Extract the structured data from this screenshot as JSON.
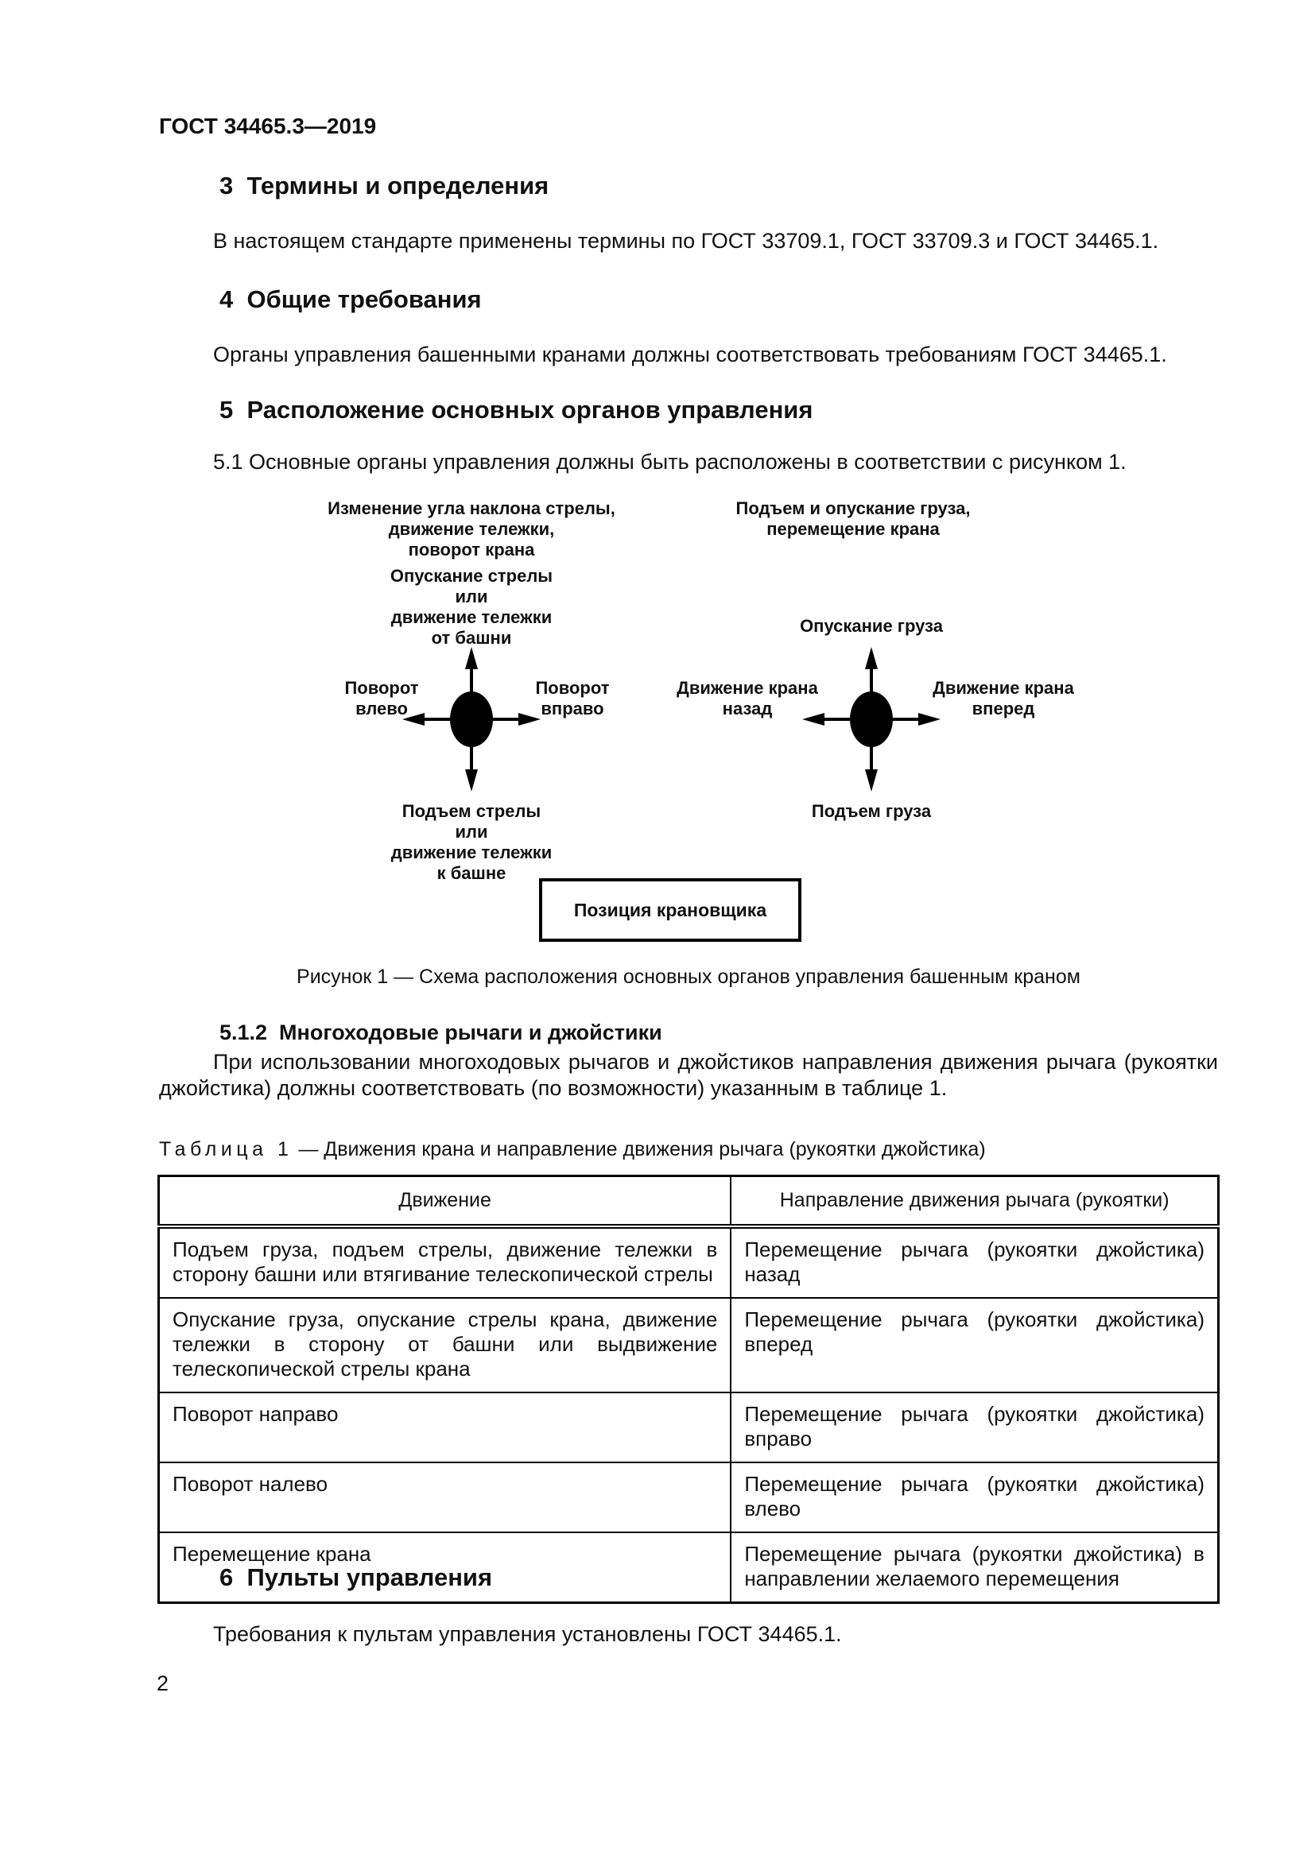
{
  "page": {
    "header": "ГОСТ 34465.3—2019",
    "number": "2"
  },
  "sections": {
    "s3": {
      "title": "3  Термины и определения",
      "body": "В настоящем стандарте применены термины по ГОСТ 33709.1, ГОСТ 33709.3 и ГОСТ 34465.1."
    },
    "s4": {
      "title": "4  Общие требования",
      "body": "Органы управления башенными кранами должны соответствовать требованиям ГОСТ 34465.1."
    },
    "s5": {
      "title": "5  Расположение основных органов управления",
      "p51": "5.1  Основные органы управления должны быть расположены в соответствии с рисунком 1."
    },
    "s512": {
      "title": "5.1.2  Многоходовые рычаги и джойстики",
      "body": "При использовании многоходовых рычагов и джойстиков направления движения рычага (рукоятки джойстика) должны соответствовать (по возможности) указанным в таблице 1."
    },
    "s6": {
      "title": "6  Пульты управления",
      "body": "Требования к пультам управления установлены ГОСТ 34465.1."
    }
  },
  "figure": {
    "left": {
      "title": "Изменение угла наклона стрелы,\nдвижение тележки,\nповорот крана",
      "up_label": "Опускание стрелы\nили\nдвижение тележки\nот башни",
      "left_label": "Поворот\nвлево",
      "right_label": "Поворот\nвправо",
      "down_label": "Подъем стрелы\nили\nдвижение тележки\nк башне"
    },
    "right": {
      "title": "Подъем и опускание груза,\nперемещение крана",
      "up_label": "Опускание груза",
      "left_label": "Движение крана\nназад",
      "right_label": "Движение крана\nвперед",
      "down_label": "Подъем груза"
    },
    "operator_box": "Позиция крановщика",
    "caption": "Рисунок 1 — Схема расположения основных органов управления башенным краном"
  },
  "table": {
    "title_label": "Таблица 1",
    "title_rest": " — Движения крана и направление движения рычага (рукоятки джойстика)",
    "headers": [
      "Движение",
      "Направление движения рычага (рукоятки)"
    ],
    "rows": [
      [
        "Подъем груза, подъем стрелы, движение тележки в сторону башни или втягивание телескопической стрелы",
        "Перемещение рычага (рукоятки джойстика) назад"
      ],
      [
        "Опускание груза, опускание стрелы крана, движение тележки в сторону от башни или выдвижение телескопической стрелы крана",
        "Перемещение рычага (рукоятки джойстика) вперед"
      ],
      [
        "Поворот направо",
        "Перемещение рычага (рукоятки джойстика) вправо"
      ],
      [
        "Поворот налево",
        "Перемещение рычага (рукоятки джойстика) влево"
      ],
      [
        "Перемещение крана",
        "Перемещение рычага (рукоятки джойстика) в направлении желаемого перемещения"
      ]
    ]
  }
}
